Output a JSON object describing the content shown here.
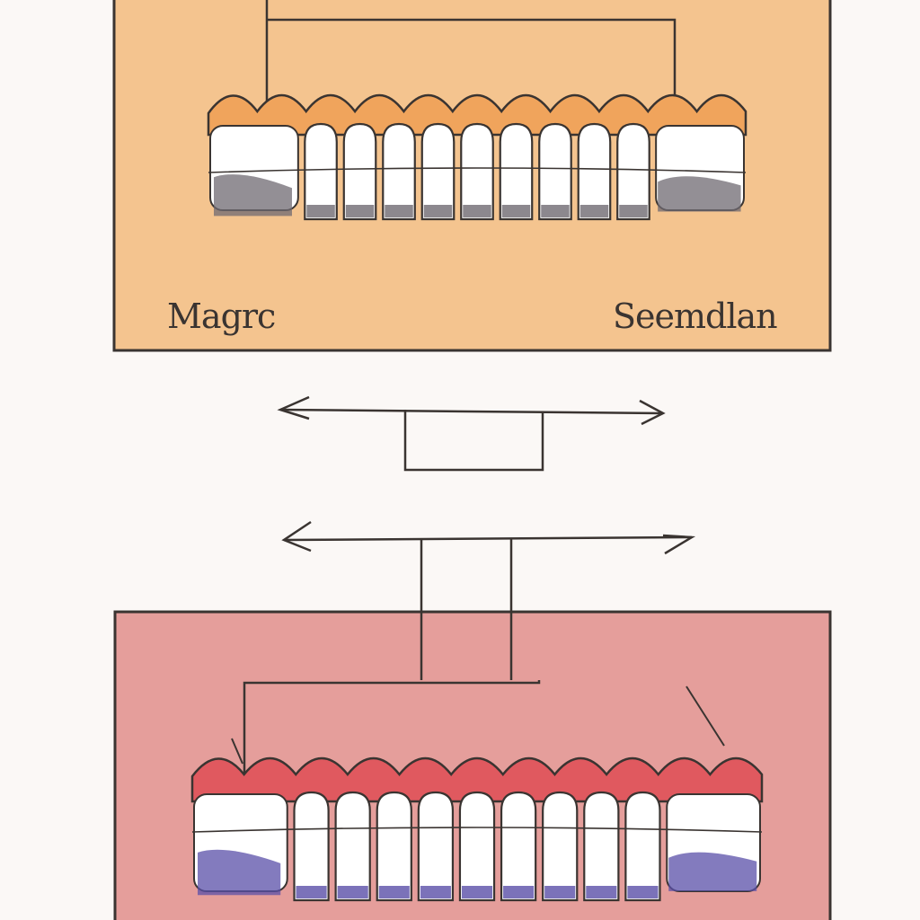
{
  "panels": [
    {
      "id": "top",
      "background": "#f4c48f",
      "gum_color": "#f0a45c",
      "stain_color": "#6f6a72"
    },
    {
      "id": "bottom",
      "background": "#e59e9b",
      "gum_color": "#e0595f",
      "stain_color": "#5a4fa8"
    }
  ],
  "labels": {
    "left": "Magrc",
    "right": "Seemdlan"
  },
  "arrows": {
    "direction_top": "both",
    "direction_bottom": "both"
  },
  "colors": {
    "stroke": "#3a3431",
    "tooth": "#ffffff"
  }
}
